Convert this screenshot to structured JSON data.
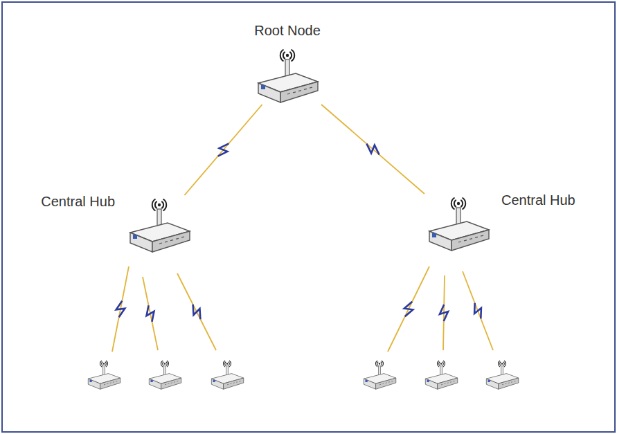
{
  "diagram": {
    "nodes": [
      {
        "text": [
          "Root Node"
        ]
      },
      {
        "text": [
          "Central Hub"
        ]
      },
      {
        "text": [
          "Central Hub"
        ]
      }
    ],
    "edges": [
      {
        "from": 0,
        "to": 1,
        "arrow": "none"
      },
      {
        "from": 0,
        "to": 2,
        "arrow": "none"
      }
    ]
  }
}
